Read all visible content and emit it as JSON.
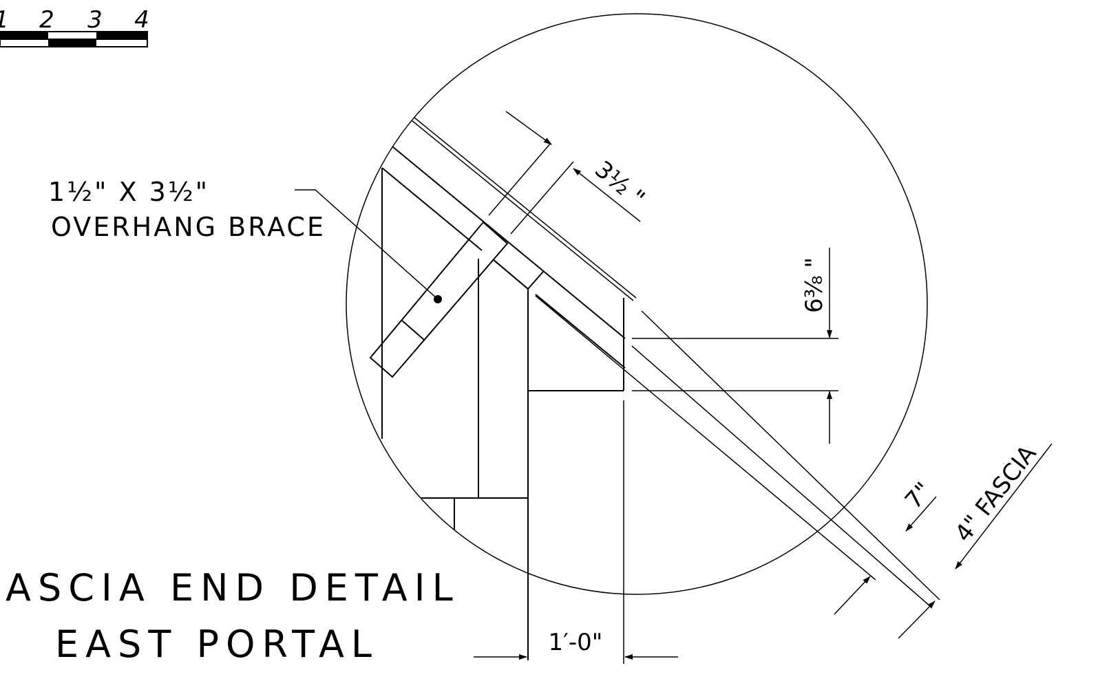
{
  "scale_bar": {
    "ticks": [
      "1",
      "2",
      "3",
      "4"
    ]
  },
  "callout": {
    "size_label": "1½\" X 3½\"",
    "name_label": "OVERHANG BRACE"
  },
  "dimensions": {
    "brace_depth": "3½ \"",
    "rafter_drop": "6⅜ \"",
    "board_7": "7\"",
    "fascia": "4\" FASCIA",
    "overhang": "1′-0\""
  },
  "title": {
    "line1": "ASCIA END DETAIL",
    "line2": "EAST PORTAL"
  }
}
